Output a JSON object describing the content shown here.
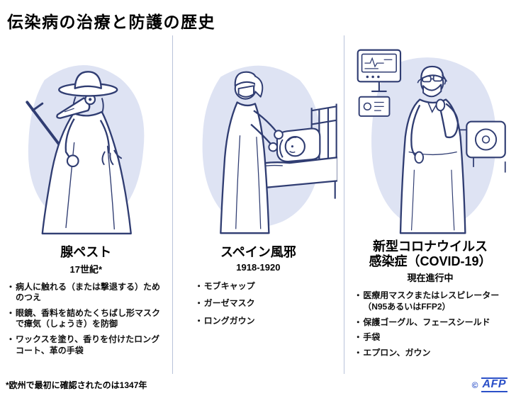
{
  "title": "伝染病の治療と防護の歴史",
  "panels": [
    {
      "heading_lines": [
        "腺ペスト"
      ],
      "subheading": "17世紀*",
      "illustration": "plague-doctor",
      "bullets": [
        "病人に触れる（または撃退する）ためのつえ",
        "眼鏡、香料を詰めたくちばし形マスクで瘴気（しょうき）を防御",
        "ワックスを塗り、香りを付けたロングコート、革の手袋"
      ]
    },
    {
      "heading_lines": [
        "スペイン風邪"
      ],
      "subheading": "1918-1920",
      "illustration": "spanish-flu-nurse",
      "bullets": [
        "モブキャップ",
        "ガーゼマスク",
        "ロングガウン"
      ]
    },
    {
      "heading_lines": [
        "新型コロナウイルス",
        "感染症（COVID-19）"
      ],
      "subheading": "現在進行中",
      "illustration": "covid-medic",
      "bullets": [
        "医療用マスクまたはレスピレーター（N95あるいはFFP2）",
        "保護ゴーグル、フェースシールド",
        "手袋",
        "エプロン、ガウン"
      ]
    }
  ],
  "footnote": "*欧州で最初に確認されたのは1347年",
  "credit": {
    "copyright": "©",
    "agency": "AFP"
  },
  "colors": {
    "line": "#303d72",
    "wash": "#dee3f3",
    "divider": "#b9c3da",
    "credit_blue": "#2b50c8"
  }
}
